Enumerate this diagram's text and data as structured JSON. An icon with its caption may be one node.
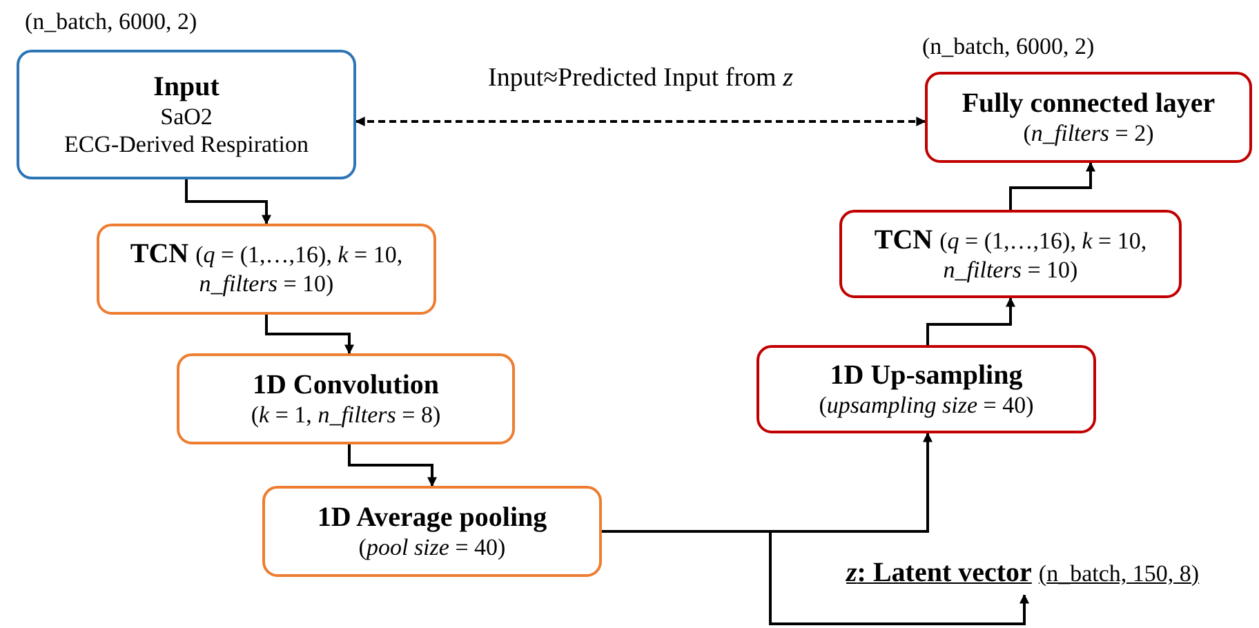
{
  "diagram": {
    "nodes": [
      {
        "text": [
          "Input",
          "SaO2",
          "ECG-Derived Respiration"
        ],
        "beside": [
          "(n_batch, 6000, 2)"
        ]
      },
      {
        "text": [
          "TCN",
          "(*q* = (1,…,16), *k* = 10, *n_filters* = 10)"
        ]
      },
      {
        "text": [
          "1D Convolution",
          "(*k* = 1,  *n_filters* = 8)"
        ]
      },
      {
        "text": [
          "1D Average pooling",
          "(*pool size* = 40)"
        ]
      },
      {
        "text": [
          "Fully connected layer",
          "(*n_filters* = 2)"
        ],
        "beside": [
          "(n_batch, 6000, 2)"
        ]
      },
      {
        "text": [
          "TCN",
          "(*q* = (1,…,16), *k* = 10, *n_filters* = 10)"
        ]
      },
      {
        "text": [
          "1D Up-sampling",
          "(*upsampling size* = 40)"
        ]
      },
      {
        "text": [
          "*z*: Latent vector",
          "(n_batch, 150, 8)"
        ]
      }
    ],
    "edges": [
      {
        "from": 0,
        "to": 1,
        "arrow": "to"
      },
      {
        "from": 1,
        "to": 2,
        "arrow": "to"
      },
      {
        "from": 2,
        "to": 3,
        "arrow": "to"
      },
      {
        "from": 3,
        "to": 6,
        "arrow": "to"
      },
      {
        "from": 3,
        "to": 7,
        "arrow": "to"
      },
      {
        "from": 6,
        "to": 5,
        "arrow": "to"
      },
      {
        "from": 5,
        "to": 4,
        "arrow": "to"
      },
      {
        "from": 0,
        "to": 4,
        "arrow": "both",
        "style": "dashed",
        "label": "Input≈Predicted Input from *z*"
      }
    ]
  }
}
